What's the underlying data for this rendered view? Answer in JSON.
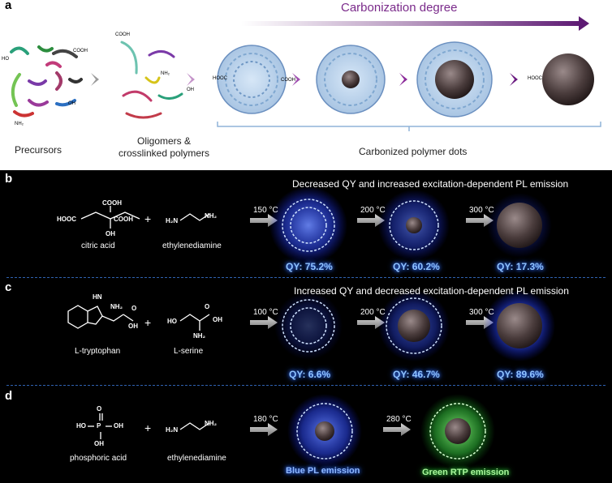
{
  "panel_a": {
    "letter": "a",
    "carbonization_label": "Carbonization degree",
    "precursors_label": "Precursors",
    "oligomers_label_1": "Oligomers &",
    "oligomers_label_2": "crosslinked polymers",
    "carbonized_label": "Carbonized polymer dots"
  },
  "panel_b": {
    "letter": "b",
    "title": "Decreased  QY and increased excitation-dependent PL emission",
    "reagent1_name": "citric acid",
    "reagent2_name": "ethylenediamine",
    "plus": "+",
    "temps": [
      "150 °C",
      "200 °C",
      "300 °C"
    ],
    "qy": [
      "QY:  75.2%",
      "QY:  60.2%",
      "QY:  17.3%"
    ]
  },
  "panel_c": {
    "letter": "c",
    "title": "Increased  QY and decreased excitation-dependent PL emission",
    "reagent1_name": "L-tryptophan",
    "reagent2_name": "L-serine",
    "plus": "+",
    "temps": [
      "100 °C",
      "200 °C",
      "300 °C"
    ],
    "qy": [
      "QY:  6.6%",
      "QY:  46.7%",
      "QY:  89.6%"
    ]
  },
  "panel_d": {
    "letter": "d",
    "reagent1_name": "phosphoric acid",
    "reagent2_name": "ethylenediamine",
    "plus": "+",
    "temps": [
      "180 °C",
      "280 °C"
    ],
    "label_blue": "Blue PL emission",
    "label_green": "Green RTP emission"
  },
  "chem_labels": {
    "cooh": "COOH",
    "hooc": "HOOC",
    "h2n": "H₂N",
    "nh2": "NH₂",
    "oh": "OH",
    "ho": "HO",
    "hn": "HN",
    "o": "O",
    "p": "P"
  },
  "colors": {
    "blue_glow": "#2f6cff",
    "green_glow": "#3fd04a",
    "core": "#5a4a4a",
    "strand": "#8fb4d8",
    "purple_arrow": "#8b2a9a",
    "separator": "#2f61b0"
  }
}
